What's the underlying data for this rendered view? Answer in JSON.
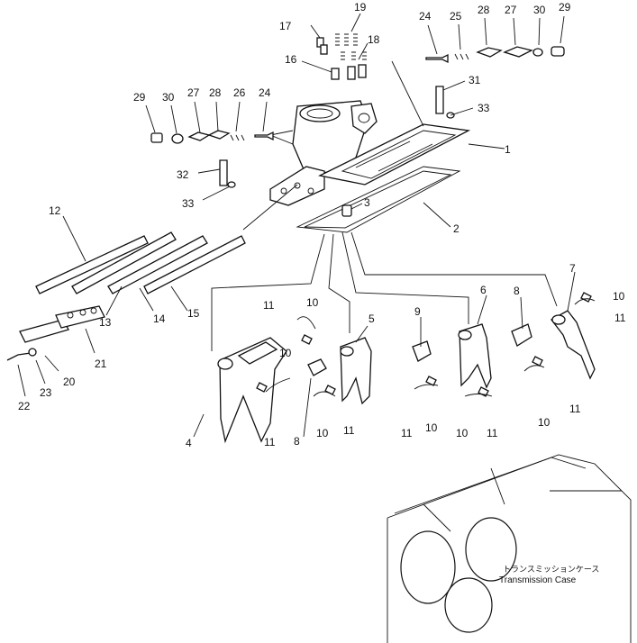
{
  "callouts": {
    "c1": "1",
    "c2": "2",
    "c3": "3",
    "c4": "4",
    "c5": "5",
    "c6": "6",
    "c7": "7",
    "c8a": "8",
    "c8b": "8",
    "c9": "9",
    "c10a": "10",
    "c10b": "10",
    "c10c": "10",
    "c10d": "10",
    "c10e": "10",
    "c10f": "10",
    "c10g": "10",
    "c11a": "11",
    "c11b": "11",
    "c11c": "11",
    "c11d": "11",
    "c11e": "11",
    "c11f": "11",
    "c11g": "11",
    "c12": "12",
    "c13": "13",
    "c14": "14",
    "c15": "15",
    "c16": "16",
    "c17": "17",
    "c18": "18",
    "c19": "19",
    "c20": "20",
    "c21": "21",
    "c22": "22",
    "c23": "23",
    "c24a": "24",
    "c24b": "24",
    "c25": "25",
    "c26": "26",
    "c27a": "27",
    "c27b": "27",
    "c28a": "28",
    "c28b": "28",
    "c29a": "29",
    "c29b": "29",
    "c30a": "30",
    "c30b": "30",
    "c31": "31",
    "c32": "32",
    "c33a": "33",
    "c33b": "33"
  },
  "case_label": {
    "japanese": "トランスミッションケース",
    "english": "Transmission Case"
  }
}
